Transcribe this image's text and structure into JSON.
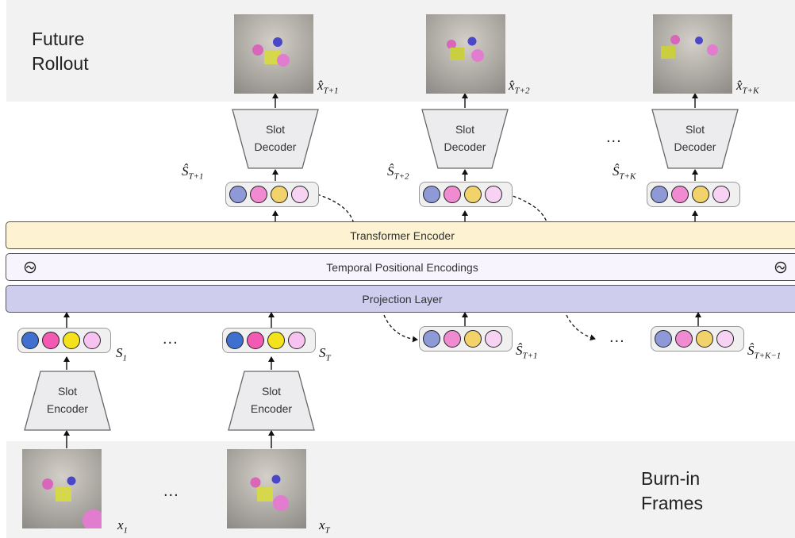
{
  "labels": {
    "future_rollout_line1": "Future",
    "future_rollout_line2": "Rollout",
    "burnin_line1": "Burn-in",
    "burnin_line2": "Frames"
  },
  "layers": {
    "transformer": "Transformer Encoder",
    "temporal": "Temporal Positional Encodings",
    "projection": "Projection Layer"
  },
  "decoder_label_line1": "Slot",
  "decoder_label_line2": "Decoder",
  "encoder_label_line1": "Slot",
  "encoder_label_line2": "Encoder",
  "ellipsis": "...",
  "math": {
    "x_hat": "x̂",
    "s_hat": "Ŝ",
    "s": "S",
    "x": "x",
    "sub_t1": "T+1",
    "sub_t2": "T+2",
    "sub_tk": "T+K",
    "sub_tk1": "T+K−1",
    "sub_1": "1",
    "sub_T": "T"
  },
  "colors": {
    "band": "#f2f2f2",
    "transformer_fill": "#fdf3d2",
    "temporal_fill": "#f8f4fd",
    "projection_fill": "#cfcdee",
    "trapezoid_fill": "#ececee",
    "slot_bright": [
      "#3f6fcf",
      "#f25ab4",
      "#f4e21c",
      "#f7c2ef"
    ],
    "slot_pale": [
      "#8e99d8",
      "#f08ad1",
      "#f2d26b",
      "#f8d2f3"
    ]
  }
}
